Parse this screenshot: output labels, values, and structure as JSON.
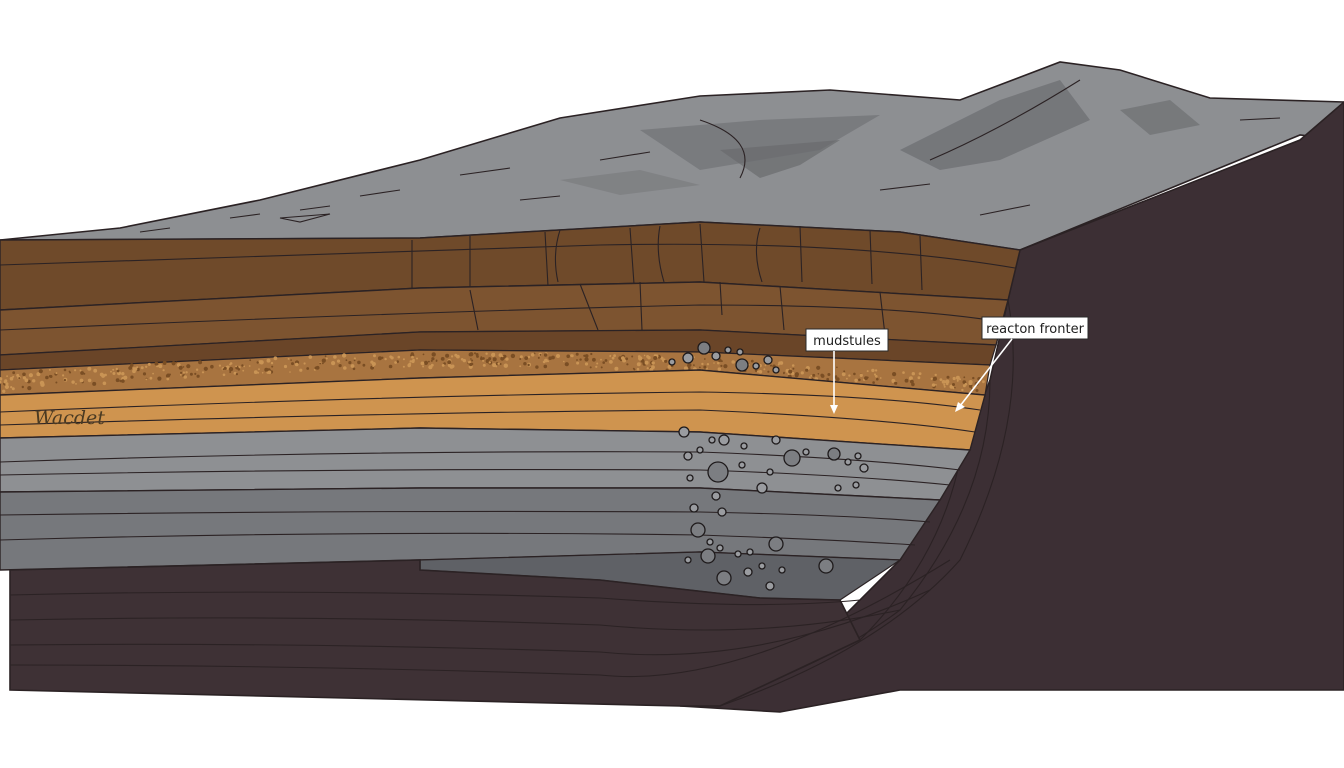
{
  "labels": {
    "mudstules": "mudstules",
    "reaction_fronter": "reacton fronter",
    "signature": "Wacdet"
  },
  "colors": {
    "background": "#ffffff",
    "rock_surface": "#8d8f92",
    "rock_surface_shade": "#6f7174",
    "brown_upper": "#6f4a2a",
    "brown_mid": "#7d5430",
    "brown_lower": "#6a4528",
    "speckled_band": "#a87440",
    "orange_band": "#cf944f",
    "gray_light": "#8e9093",
    "gray_mid": "#76787c",
    "gray_dark": "#5f6166",
    "purple_base": "#3e3135",
    "cliff": "#3c2f34",
    "outline": "#2b2224"
  }
}
